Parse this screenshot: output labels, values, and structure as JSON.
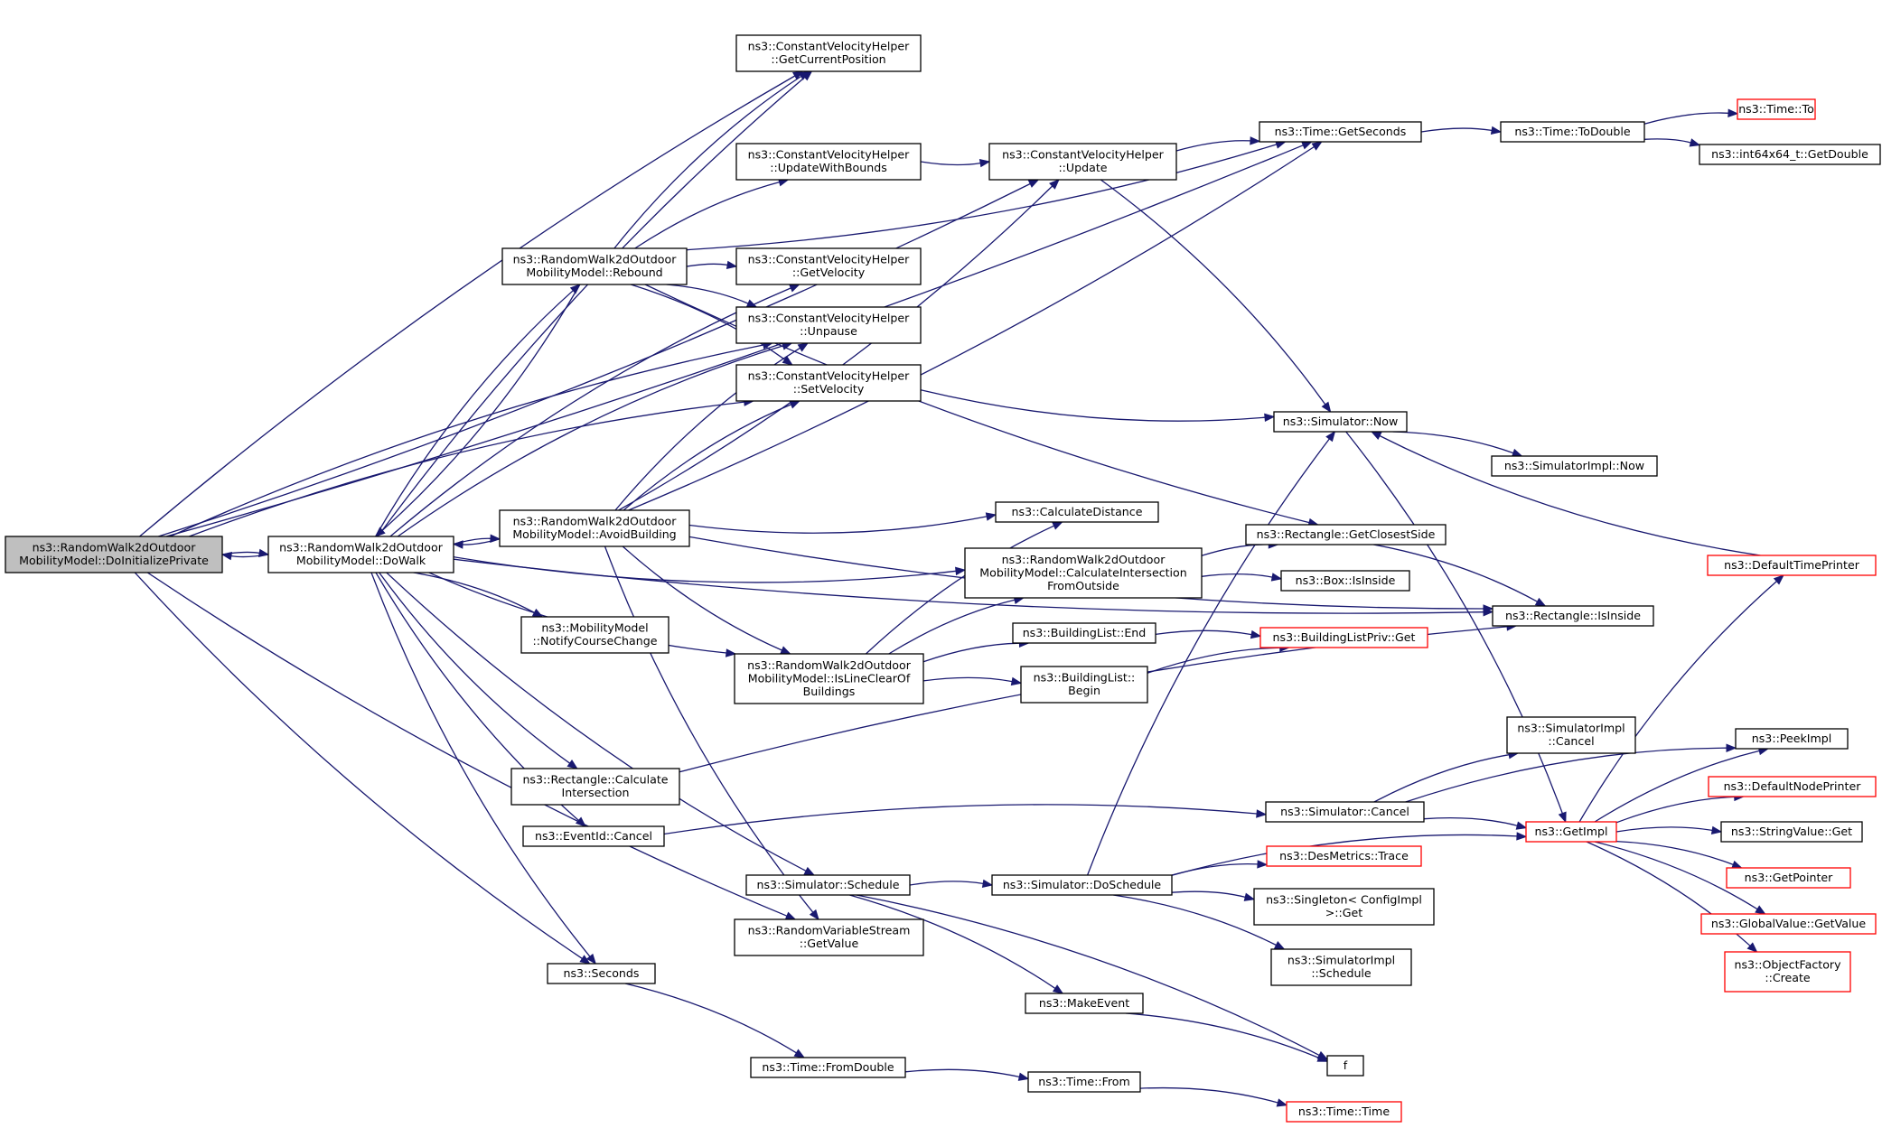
{
  "nodes": [
    {
      "id": "n0",
      "lines": [
        "ns3::RandomWalk2dOutdoor",
        "MobilityModel::DoInitializePrivate"
      ],
      "style": "root"
    },
    {
      "id": "n1",
      "lines": [
        "ns3::RandomWalk2dOutdoor",
        "MobilityModel::DoWalk"
      ],
      "style": "normal"
    },
    {
      "id": "n2",
      "lines": [
        "ns3::RandomWalk2dOutdoor",
        "MobilityModel::AvoidBuilding"
      ],
      "style": "normal"
    },
    {
      "id": "n3",
      "lines": [
        "ns3::RandomWalk2dOutdoor",
        "MobilityModel::Rebound"
      ],
      "style": "normal"
    },
    {
      "id": "n4",
      "lines": [
        "ns3::ConstantVelocityHelper",
        "::GetCurrentPosition"
      ],
      "style": "normal"
    },
    {
      "id": "n5",
      "lines": [
        "ns3::ConstantVelocityHelper",
        "::UpdateWithBounds"
      ],
      "style": "normal"
    },
    {
      "id": "n6",
      "lines": [
        "ns3::ConstantVelocityHelper",
        "::GetVelocity"
      ],
      "style": "normal"
    },
    {
      "id": "n7",
      "lines": [
        "ns3::ConstantVelocityHelper",
        "::Unpause"
      ],
      "style": "normal"
    },
    {
      "id": "n8",
      "lines": [
        "ns3::ConstantVelocityHelper",
        "::SetVelocity"
      ],
      "style": "normal"
    },
    {
      "id": "n9",
      "lines": [
        "ns3::MobilityModel",
        "::NotifyCourseChange"
      ],
      "style": "normal"
    },
    {
      "id": "n10",
      "lines": [
        "ns3::RandomWalk2dOutdoor",
        "MobilityModel::IsLineClearOf",
        "Buildings"
      ],
      "style": "normal"
    },
    {
      "id": "n11",
      "lines": [
        "ns3::Rectangle::Calculate",
        "Intersection"
      ],
      "style": "normal"
    },
    {
      "id": "n12",
      "lines": [
        "ns3::EventId::Cancel"
      ],
      "style": "normal"
    },
    {
      "id": "n13",
      "lines": [
        "ns3::Simulator::Schedule"
      ],
      "style": "normal"
    },
    {
      "id": "n14",
      "lines": [
        "ns3::RandomVariableStream",
        "::GetValue"
      ],
      "style": "normal"
    },
    {
      "id": "n15",
      "lines": [
        "ns3::Seconds"
      ],
      "style": "normal"
    },
    {
      "id": "n16",
      "lines": [
        "ns3::Time::FromDouble"
      ],
      "style": "normal"
    },
    {
      "id": "n17",
      "lines": [
        "ns3::ConstantVelocityHelper",
        "::Update"
      ],
      "style": "normal"
    },
    {
      "id": "n18",
      "lines": [
        "ns3::CalculateDistance"
      ],
      "style": "normal"
    },
    {
      "id": "n19",
      "lines": [
        "ns3::RandomWalk2dOutdoor",
        "MobilityModel::CalculateIntersection",
        "FromOutside"
      ],
      "style": "normal"
    },
    {
      "id": "n20",
      "lines": [
        "ns3::BuildingList::End"
      ],
      "style": "normal"
    },
    {
      "id": "n21",
      "lines": [
        "ns3::BuildingList::",
        "Begin"
      ],
      "style": "normal"
    },
    {
      "id": "n22",
      "lines": [
        "ns3::Simulator::DoSchedule"
      ],
      "style": "normal"
    },
    {
      "id": "n23",
      "lines": [
        "ns3::MakeEvent"
      ],
      "style": "normal"
    },
    {
      "id": "n24",
      "lines": [
        "ns3::Time::From"
      ],
      "style": "normal"
    },
    {
      "id": "n25",
      "lines": [
        "ns3::Time::GetSeconds"
      ],
      "style": "normal"
    },
    {
      "id": "n26",
      "lines": [
        "ns3::Simulator::Now"
      ],
      "style": "normal"
    },
    {
      "id": "n27",
      "lines": [
        "ns3::Rectangle::GetClosestSide"
      ],
      "style": "normal"
    },
    {
      "id": "n28",
      "lines": [
        "ns3::Box::IsInside"
      ],
      "style": "normal"
    },
    {
      "id": "n29",
      "lines": [
        "ns3::BuildingListPriv::Get"
      ],
      "style": "trunc"
    },
    {
      "id": "n30",
      "lines": [
        "ns3::Simulator::Cancel"
      ],
      "style": "normal"
    },
    {
      "id": "n31",
      "lines": [
        "ns3::DesMetrics::Trace"
      ],
      "style": "trunc"
    },
    {
      "id": "n32",
      "lines": [
        "ns3::Singleton< ConfigImpl",
        " >::Get"
      ],
      "style": "normal"
    },
    {
      "id": "n33",
      "lines": [
        "ns3::SimulatorImpl",
        "::Schedule"
      ],
      "style": "normal"
    },
    {
      "id": "n34",
      "lines": [
        "f"
      ],
      "style": "normal"
    },
    {
      "id": "n35",
      "lines": [
        "ns3::Time::Time"
      ],
      "style": "trunc"
    },
    {
      "id": "n36",
      "lines": [
        "ns3::Time::ToDouble"
      ],
      "style": "normal"
    },
    {
      "id": "n37",
      "lines": [
        "ns3::SimulatorImpl::Now"
      ],
      "style": "normal"
    },
    {
      "id": "n38",
      "lines": [
        "ns3::Rectangle::IsInside"
      ],
      "style": "normal"
    },
    {
      "id": "n39",
      "lines": [
        "ns3::SimulatorImpl",
        "::Cancel"
      ],
      "style": "normal"
    },
    {
      "id": "n40",
      "lines": [
        "ns3::GetImpl"
      ],
      "style": "trunc"
    },
    {
      "id": "n41",
      "lines": [
        "ns3::Time::To"
      ],
      "style": "trunc"
    },
    {
      "id": "n42",
      "lines": [
        "ns3::int64x64_t::GetDouble"
      ],
      "style": "normal"
    },
    {
      "id": "n43",
      "lines": [
        "ns3::DefaultTimePrinter"
      ],
      "style": "trunc"
    },
    {
      "id": "n44",
      "lines": [
        "ns3::PeekImpl"
      ],
      "style": "normal"
    },
    {
      "id": "n45",
      "lines": [
        "ns3::DefaultNodePrinter"
      ],
      "style": "trunc"
    },
    {
      "id": "n46",
      "lines": [
        "ns3::StringValue::Get"
      ],
      "style": "normal"
    },
    {
      "id": "n47",
      "lines": [
        "ns3::GetPointer"
      ],
      "style": "trunc"
    },
    {
      "id": "n48",
      "lines": [
        "ns3::GlobalValue::GetValue"
      ],
      "style": "trunc"
    },
    {
      "id": "n49",
      "lines": [
        "ns3::ObjectFactory",
        "::Create"
      ],
      "style": "trunc"
    }
  ],
  "edges": [
    [
      "n0",
      "n1"
    ],
    [
      "n0",
      "n4"
    ],
    [
      "n0",
      "n7"
    ],
    [
      "n0",
      "n8"
    ],
    [
      "n0",
      "n14"
    ],
    [
      "n0",
      "n15"
    ],
    [
      "n0",
      "n17"
    ],
    [
      "n0",
      "n25"
    ],
    [
      "n1",
      "n0"
    ],
    [
      "n1",
      "n2"
    ],
    [
      "n1",
      "n3"
    ],
    [
      "n1",
      "n4"
    ],
    [
      "n1",
      "n6"
    ],
    [
      "n1",
      "n7"
    ],
    [
      "n1",
      "n9"
    ],
    [
      "n1",
      "n10"
    ],
    [
      "n1",
      "n11"
    ],
    [
      "n1",
      "n12"
    ],
    [
      "n1",
      "n13"
    ],
    [
      "n1",
      "n15"
    ],
    [
      "n1",
      "n19"
    ],
    [
      "n1",
      "n38"
    ],
    [
      "n2",
      "n1"
    ],
    [
      "n2",
      "n7"
    ],
    [
      "n2",
      "n8"
    ],
    [
      "n2",
      "n10"
    ],
    [
      "n2",
      "n14"
    ],
    [
      "n2",
      "n17"
    ],
    [
      "n2",
      "n18"
    ],
    [
      "n2",
      "n25"
    ],
    [
      "n2",
      "n38"
    ],
    [
      "n3",
      "n1"
    ],
    [
      "n3",
      "n4"
    ],
    [
      "n3",
      "n5"
    ],
    [
      "n3",
      "n6"
    ],
    [
      "n3",
      "n7"
    ],
    [
      "n3",
      "n8"
    ],
    [
      "n3",
      "n25"
    ],
    [
      "n3",
      "n27"
    ],
    [
      "n5",
      "n17"
    ],
    [
      "n8",
      "n26"
    ],
    [
      "n10",
      "n18"
    ],
    [
      "n10",
      "n19"
    ],
    [
      "n10",
      "n20"
    ],
    [
      "n10",
      "n21"
    ],
    [
      "n11",
      "n38"
    ],
    [
      "n12",
      "n30"
    ],
    [
      "n13",
      "n22"
    ],
    [
      "n13",
      "n23"
    ],
    [
      "n13",
      "n34"
    ],
    [
      "n15",
      "n16"
    ],
    [
      "n16",
      "n24"
    ],
    [
      "n17",
      "n25"
    ],
    [
      "n17",
      "n26"
    ],
    [
      "n19",
      "n27"
    ],
    [
      "n19",
      "n28"
    ],
    [
      "n20",
      "n29"
    ],
    [
      "n21",
      "n29"
    ],
    [
      "n22",
      "n26"
    ],
    [
      "n22",
      "n31"
    ],
    [
      "n22",
      "n32"
    ],
    [
      "n22",
      "n33"
    ],
    [
      "n22",
      "n40"
    ],
    [
      "n23",
      "n34"
    ],
    [
      "n24",
      "n35"
    ],
    [
      "n25",
      "n36"
    ],
    [
      "n26",
      "n37"
    ],
    [
      "n26",
      "n40"
    ],
    [
      "n27",
      "n38"
    ],
    [
      "n30",
      "n39"
    ],
    [
      "n30",
      "n40"
    ],
    [
      "n30",
      "n44"
    ],
    [
      "n36",
      "n41"
    ],
    [
      "n36",
      "n42"
    ],
    [
      "n40",
      "n43"
    ],
    [
      "n40",
      "n44"
    ],
    [
      "n40",
      "n45"
    ],
    [
      "n40",
      "n46"
    ],
    [
      "n40",
      "n47"
    ],
    [
      "n40",
      "n48"
    ],
    [
      "n40",
      "n49"
    ],
    [
      "n43",
      "n26"
    ]
  ],
  "colors": {
    "edge": "#191970",
    "root_fill": "#bfbfbf",
    "truncated_border": "#ff0000",
    "node_border": "#000000"
  }
}
